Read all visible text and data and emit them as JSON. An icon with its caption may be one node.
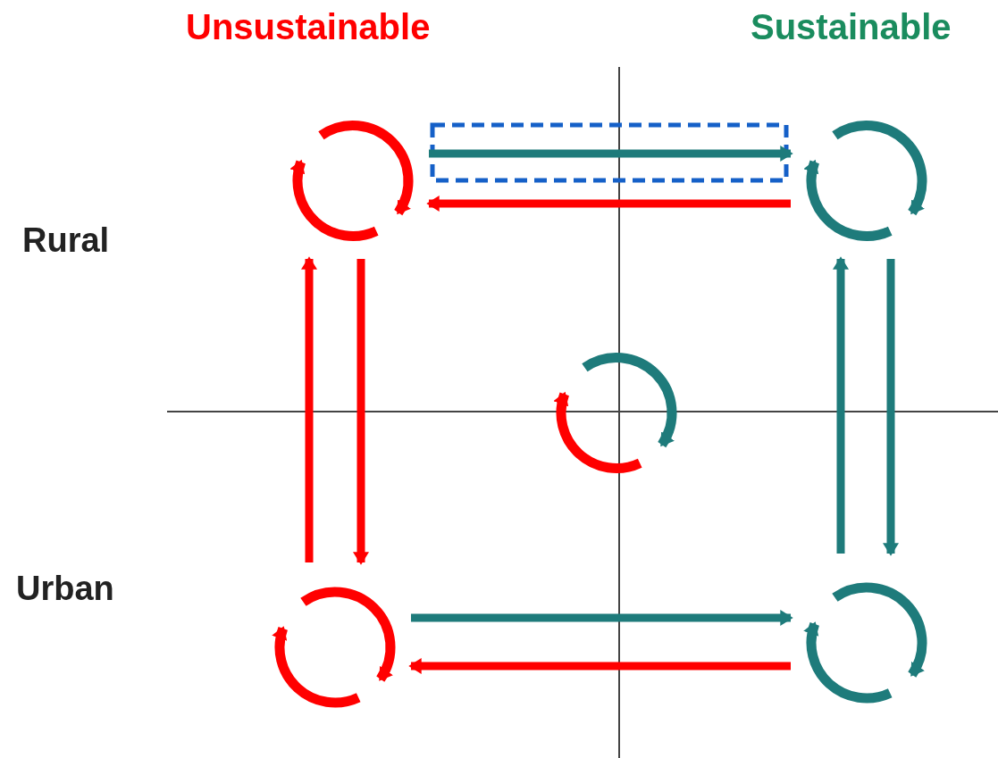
{
  "diagram": {
    "nodes": [
      {
        "text": [],
        "shape": "circle"
      },
      {
        "text": [],
        "shape": "circle"
      },
      {
        "text": [],
        "shape": "circle"
      },
      {
        "text": [],
        "shape": "circle"
      },
      {
        "text": [],
        "shape": "circle"
      }
    ],
    "edges": [
      {
        "from": 0,
        "to": 1,
        "arrow": "to",
        "color": "#1e7b7b"
      },
      {
        "from": 1,
        "to": 0,
        "arrow": "to",
        "color": "#ff0000"
      },
      {
        "from": 3,
        "to": 0,
        "arrow": "to",
        "color": "#ff0000"
      },
      {
        "from": 0,
        "to": 3,
        "arrow": "to",
        "color": "#ff0000"
      },
      {
        "from": 4,
        "to": 1,
        "arrow": "to",
        "color": "#1e7b7b"
      },
      {
        "from": 1,
        "to": 4,
        "arrow": "to",
        "color": "#1e7b7b"
      },
      {
        "from": 3,
        "to": 4,
        "arrow": "to",
        "color": "#1e7b7b"
      },
      {
        "from": 4,
        "to": 3,
        "arrow": "to",
        "color": "#ff0000"
      }
    ],
    "labels": [
      "Unsustainable",
      "Sustainable",
      "Rural",
      "Urban"
    ]
  }
}
